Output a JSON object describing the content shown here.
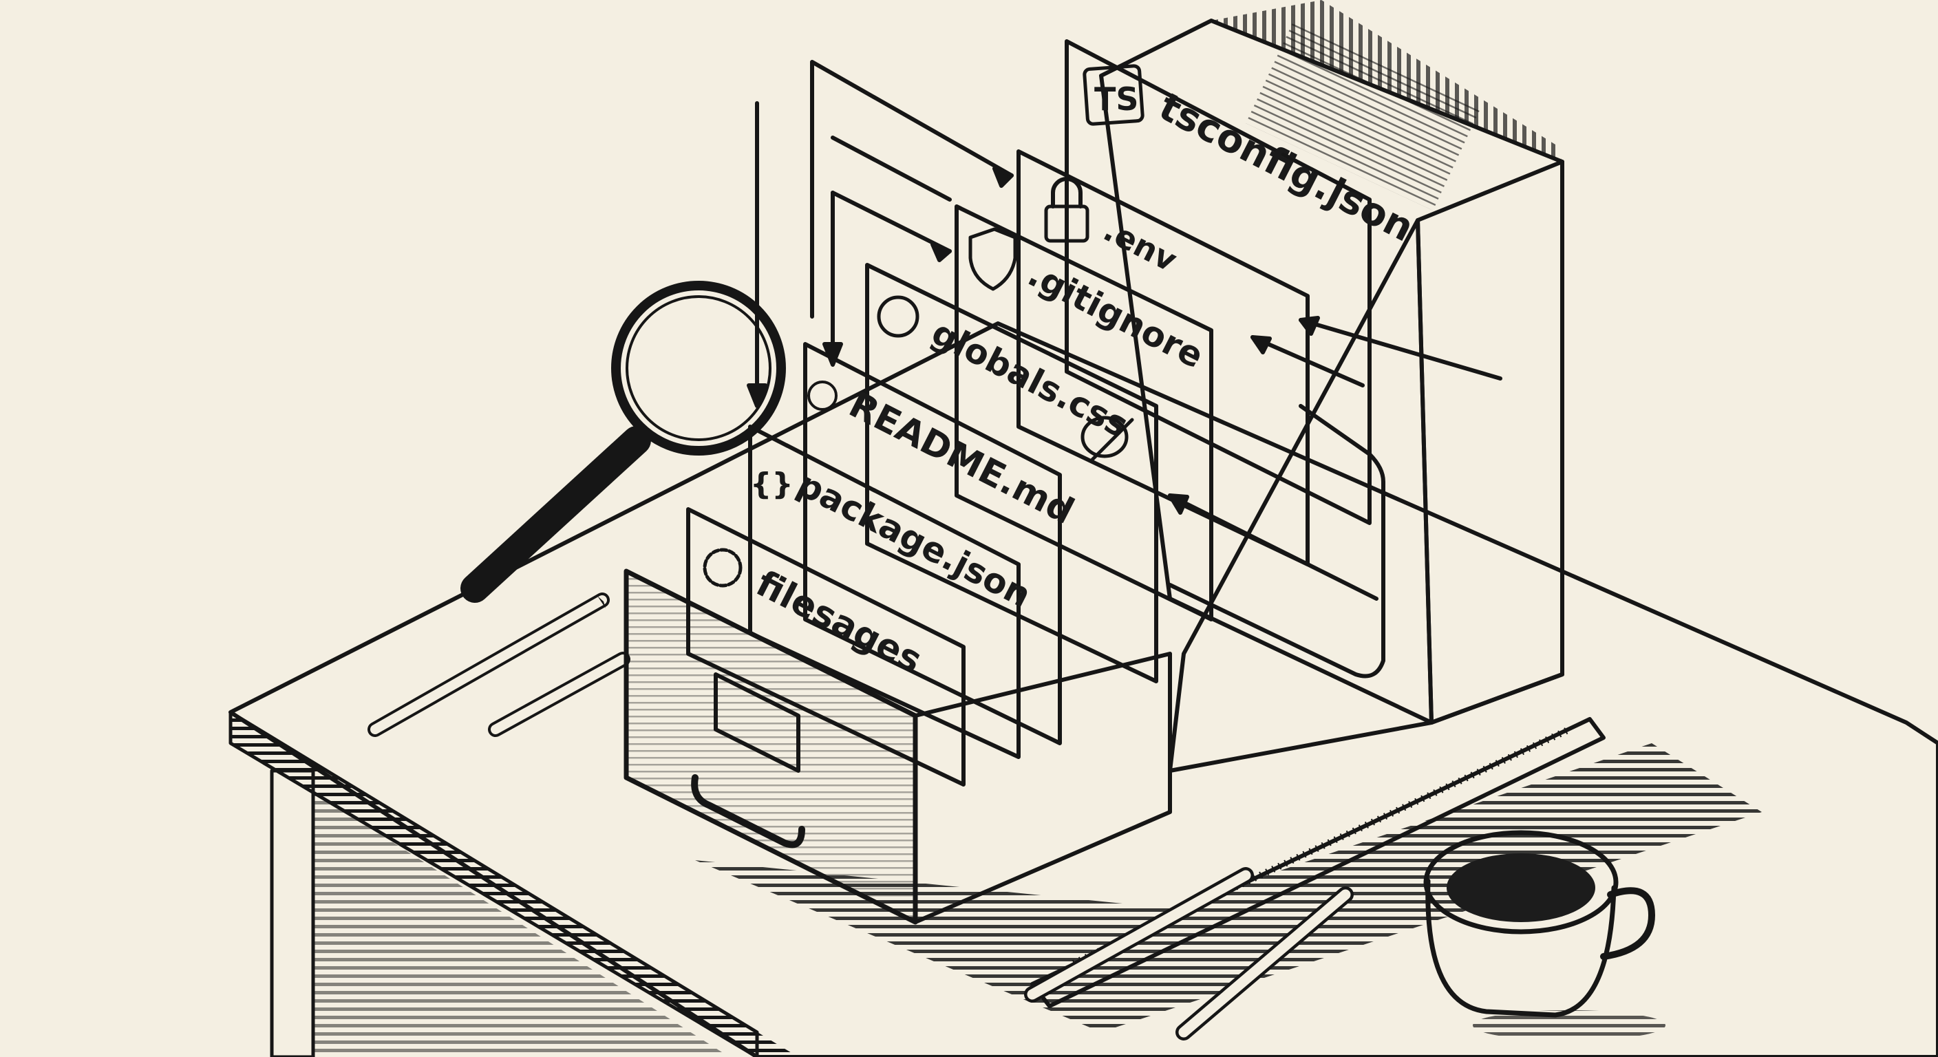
{
  "scene": {
    "description": "Engraving-style illustration of a wooden file drawer and magazine box on a desk, holding project files",
    "paper_color": "#f4efe2",
    "ink_color": "#161616"
  },
  "files": [
    {
      "label": "tsconfig.json",
      "icon": "typescript-badge-icon",
      "icon_text": "TS"
    },
    {
      "label": ".env",
      "icon": "padlock-icon"
    },
    {
      "label": ".gitignore",
      "icon": "shield-x-icon"
    },
    {
      "label": "globals.css",
      "icon": "info-icon",
      "secondary_icon": "palette-brush-icon"
    },
    {
      "label": "README.md",
      "icon": "info-icon"
    },
    {
      "label": "package.json",
      "icon": "curly-braces-icon"
    },
    {
      "label": "filesages",
      "icon": "gear-icon"
    }
  ],
  "objects": {
    "magnifier": "magnifying-glass",
    "drawer": "wooden-file-drawer",
    "box": "wooden-magazine-box",
    "desk": "wooden-desk",
    "pencils": 4,
    "ruler": "wooden-ruler",
    "mug": "coffee-cup"
  }
}
